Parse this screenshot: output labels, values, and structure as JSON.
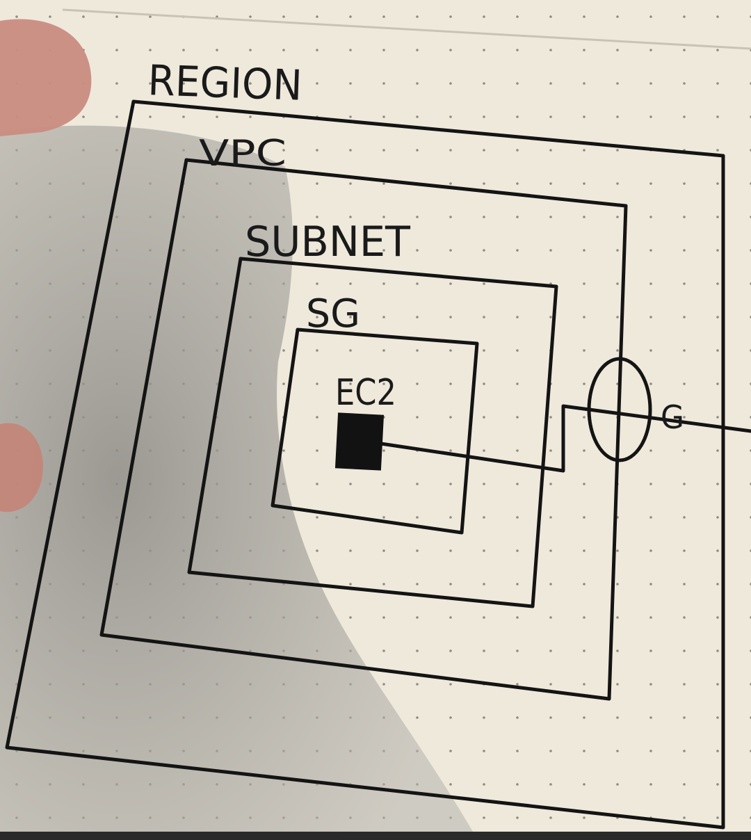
{
  "diagram": {
    "labels": {
      "region": "REGION",
      "vpc": "VPC",
      "subnet": "SUBNET",
      "sg": "SG",
      "ec2": "EC2",
      "gateway": "G"
    },
    "colors": {
      "paper": "#efe9dc",
      "paper_shadow": "#a9a7a1",
      "ink": "#141414",
      "dot": "#8f8b82",
      "finger": "#c98c80",
      "bottom_bar": "#2a2a2a"
    },
    "icons": {
      "ec2_instance": "filled-square-icon",
      "internet_gateway": "circle-gateway-icon"
    }
  }
}
